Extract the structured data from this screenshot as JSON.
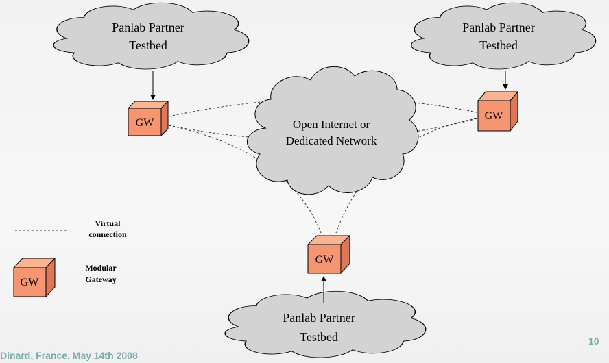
{
  "clouds": {
    "testbed_top_left": [
      "Panlab Partner",
      "Testbed"
    ],
    "testbed_top_right": [
      "Panlab Partner",
      "Testbed"
    ],
    "network": [
      "Open Internet or",
      "Dedicated Network"
    ],
    "testbed_bottom": [
      "Panlab Partner",
      "Testbed"
    ]
  },
  "gateways": {
    "left": "GW",
    "right": "GW",
    "bottom": "GW"
  },
  "legend": {
    "virtual_line": [
      "Virtual",
      "connection"
    ],
    "gateway_label": [
      "Modular",
      "Gateway"
    ],
    "gateway_box": "GW"
  },
  "footer": {
    "location_date": "Dinard,  France,  May 14th 2008",
    "page_number": "10"
  },
  "colors": {
    "cloud_fill": "#d3d3d3",
    "cube_front": "#f59572",
    "cube_top": "#f8b493",
    "cube_side": "#df7757",
    "footer_text": "#7ea9ad"
  }
}
